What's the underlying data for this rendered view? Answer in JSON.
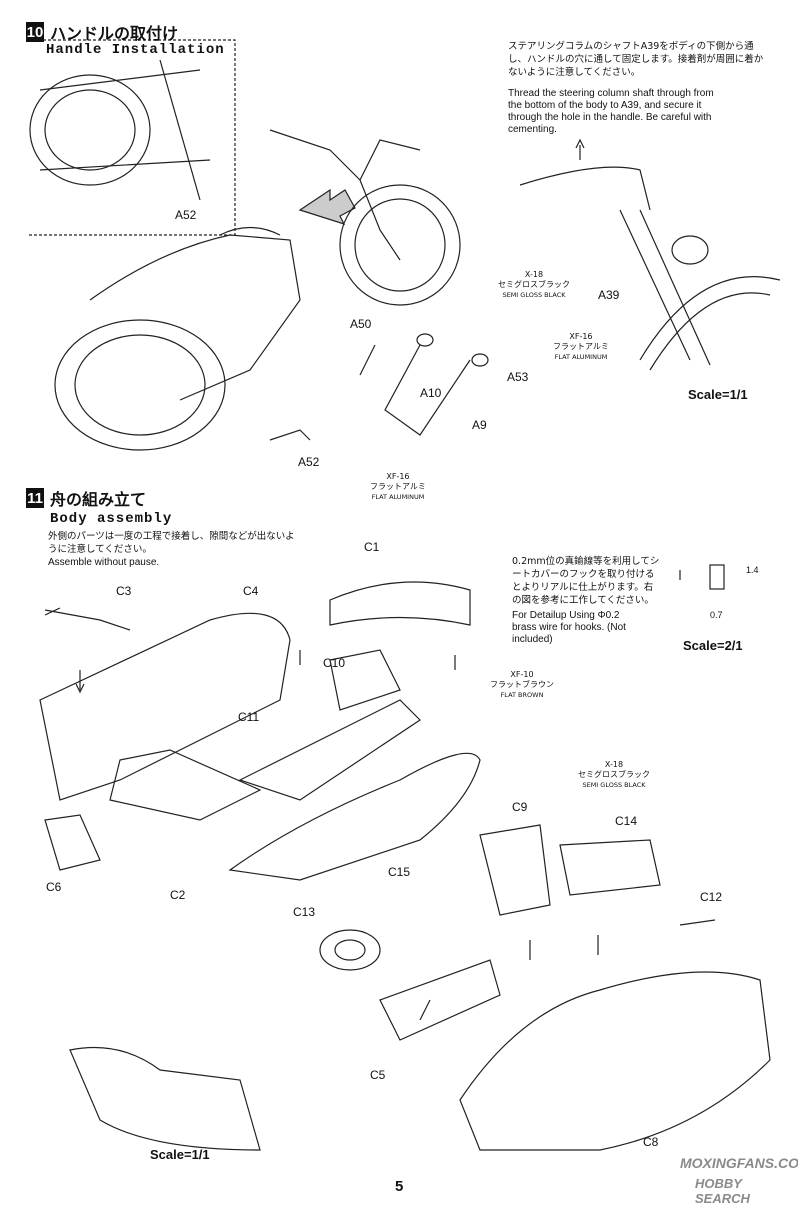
{
  "section10": {
    "number": "10",
    "title_jp": "ハンドルの取付け",
    "title_en": "Handle Installation",
    "note_jp": "ステアリングコラムのシャフトA39をボディの下側から通し、ハンドルの穴に通して固定します。接着剤が周囲に着かないように注意してください。",
    "note_en": "Thread the steering column shaft through from the bottom of the body to A39, and secure it through the hole in the handle. Be careful with cementing.",
    "parts": [
      "A52",
      "A50",
      "A10",
      "A53",
      "A9",
      "A52",
      "A39"
    ],
    "paints": [
      {
        "code": "X-18",
        "jp": "セミグロスブラック",
        "en": "SEMI GLOSS BLACK"
      },
      {
        "code": "XF-16",
        "jp": "フラットアルミ",
        "en": "FLAT ALUMINUM"
      },
      {
        "code": "XF-16",
        "jp": "フラットアルミ",
        "en": "FLAT ALUMINUM"
      }
    ],
    "scale": "Scale=1/1"
  },
  "section11": {
    "number": "11",
    "title_jp": "舟の組み立て",
    "title_en": "Body assembly",
    "note_jp": "外側のパーツは一度の工程で接着し、隙間などが出ないように注意してください。",
    "note_en": "Assemble without pause.",
    "detail_jp": "0.2mm位の真鍮線等を利用してシートカバーのフックを取り付けるとよりリアルに仕上がります。右の図を参考に工作してください。",
    "detail_en": "For Detailup Using Φ0.2 brass wire for hooks. (Not included)",
    "dims": [
      "1.4",
      "0.7"
    ],
    "scale_detail": "Scale=2/1",
    "parts": [
      "C1",
      "C3",
      "C4",
      "C10",
      "C11",
      "C6",
      "C2",
      "C15",
      "C9",
      "C14",
      "C12",
      "C13",
      "C5",
      "C8"
    ],
    "paints": [
      {
        "code": "XF-10",
        "jp": "フラットブラウン",
        "en": "FLAT BROWN"
      },
      {
        "code": "X-18",
        "jp": "セミグロスブラック",
        "en": "SEMI GLOSS BLACK"
      }
    ],
    "scale": "Scale=1/1"
  },
  "page_number": "5",
  "watermarks": [
    "MOXINGFANS.COM",
    "HOBBY SEARCH"
  ],
  "colors": {
    "ink": "#222222",
    "watermark": "#8a8a8a"
  }
}
